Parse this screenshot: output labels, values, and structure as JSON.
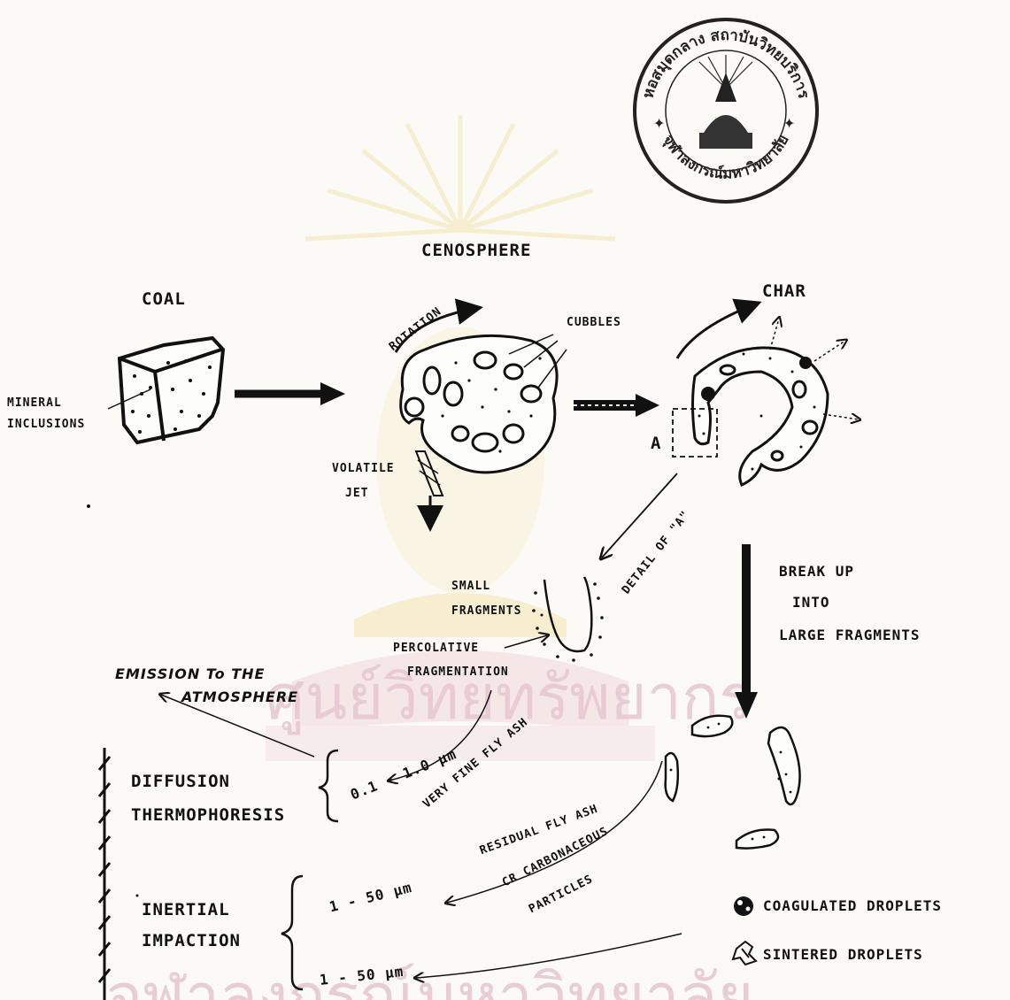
{
  "seal": {
    "text_top": "หอสมุดกลาง สถาบันวิทยบริการ",
    "text_bottom": "จุฬาลงกรณ์มหาวิทยาลัย"
  },
  "watermark": {
    "line1": "ศูนย์วิทยทรัพยากร",
    "line2": "จุฬาลงกรณ์มหาวิทยาลัย"
  },
  "stages": {
    "coal": "COAL",
    "cenosphere": "CENOSPHERE",
    "char": "CHAR"
  },
  "labels": {
    "mineral": "MINERAL",
    "inclusions": "INCLUSIONS",
    "rotation": "ROTATION",
    "bubbles": "CUBBLES",
    "volatile": "VOLATILE",
    "jet": "JET",
    "point_a": "A",
    "detail_a": "DETAIL OF \"A\"",
    "small": "SMALL",
    "fragments": "FRAGMENTS",
    "percolative": "PERCOLATIVE",
    "fragmentation": "FRAGMENTATION",
    "break_up_1": "BREAK UP",
    "break_up_2": "INTO",
    "break_up_3": "LARGE FRAGMENTS",
    "emission_1": "EMISSION To THE",
    "emission_2": "ATMOSPHERE",
    "diffusion": "DIFFUSION",
    "thermophoresis": "THERMOPHORESIS",
    "size_fine": "0.1 - 1.0 μm",
    "very_fine": "VERY FINE FLY ASH",
    "residual": "RESIDUAL FLY ASH",
    "carbonaceous_1": "CR CARBONACEOUS",
    "carbonaceous_2": "PARTICLES",
    "size_a": "1 - 50 μm",
    "size_b": "1 - 50 μm",
    "inertial": "INERTIAL",
    "impaction": "IMPACTION",
    "coagulated": "COAGULATED DROPLETS",
    "sintered": "SINTERED DROPLETS"
  },
  "colors": {
    "ink": "#111111",
    "paper": "#fbfaf7",
    "watermark": "#e7c6d0",
    "watermark_gold": "#f2e3b0"
  }
}
